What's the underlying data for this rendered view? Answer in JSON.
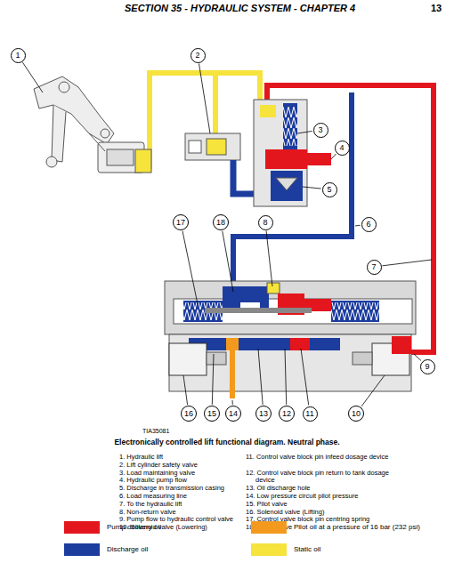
{
  "diagram": {
    "title": "SECTION 35 - HYDRAULIC SYSTEM - CHAPTER 4",
    "caption": "Electronically controlled lift functional diagram. Neutral phase.",
    "nodes": [
      {
        "text": [
          "1"
        ]
      },
      {
        "text": [
          "2"
        ]
      },
      {
        "text": [
          "3"
        ]
      },
      {
        "text": [
          "4"
        ]
      },
      {
        "text": [
          "5"
        ]
      },
      {
        "text": [
          "17"
        ]
      },
      {
        "text": [
          "18"
        ]
      },
      {
        "text": [
          "8"
        ]
      },
      {
        "text": [
          "6"
        ]
      },
      {
        "text": [
          "7"
        ]
      },
      {
        "text": [
          "9"
        ]
      },
      {
        "text": [
          "16"
        ]
      },
      {
        "text": [
          "15"
        ]
      },
      {
        "text": [
          "14"
        ]
      },
      {
        "text": [
          "13"
        ]
      },
      {
        "text": [
          "12"
        ]
      },
      {
        "text": [
          "11"
        ]
      },
      {
        "text": [
          "10"
        ]
      }
    ],
    "labels": [
      "13",
      "TIA35081",
      "1. Hydraulic lift",
      "2. Lift cylinder safety valve",
      "3. Load maintaining valve",
      "4. Hydraulic pump flow",
      "5. Discharge in transmission casing",
      "6. Load measuring line",
      "7. To the hydraulic lift",
      "8. Non-return valve",
      "9. Pump flow to hydraulic control valve",
      "10. Solenoid valve (Lowering)",
      "11. Control valve block pin infeed dosage device",
      "12. Control valve block pin return to tank dosage device",
      "13. Oil discharge hole",
      "14. Low pressure circuit pilot pressure",
      "15. Pilot valve",
      "16. Solenoid valve (Lifting)",
      "17. Control valve block pin centring spring",
      "18. Lifting valve"
    ],
    "legend": [
      {
        "text": "Pump delivery oil",
        "color": "#e3161e"
      },
      {
        "text": "Discharge oil",
        "color": "#1c3c9e"
      },
      {
        "text": "Pilot oil at a pressure of 16 bar (232 psi)",
        "color": "#f39a1e"
      },
      {
        "text": "Static oil",
        "color": "#f6e33c"
      }
    ]
  }
}
